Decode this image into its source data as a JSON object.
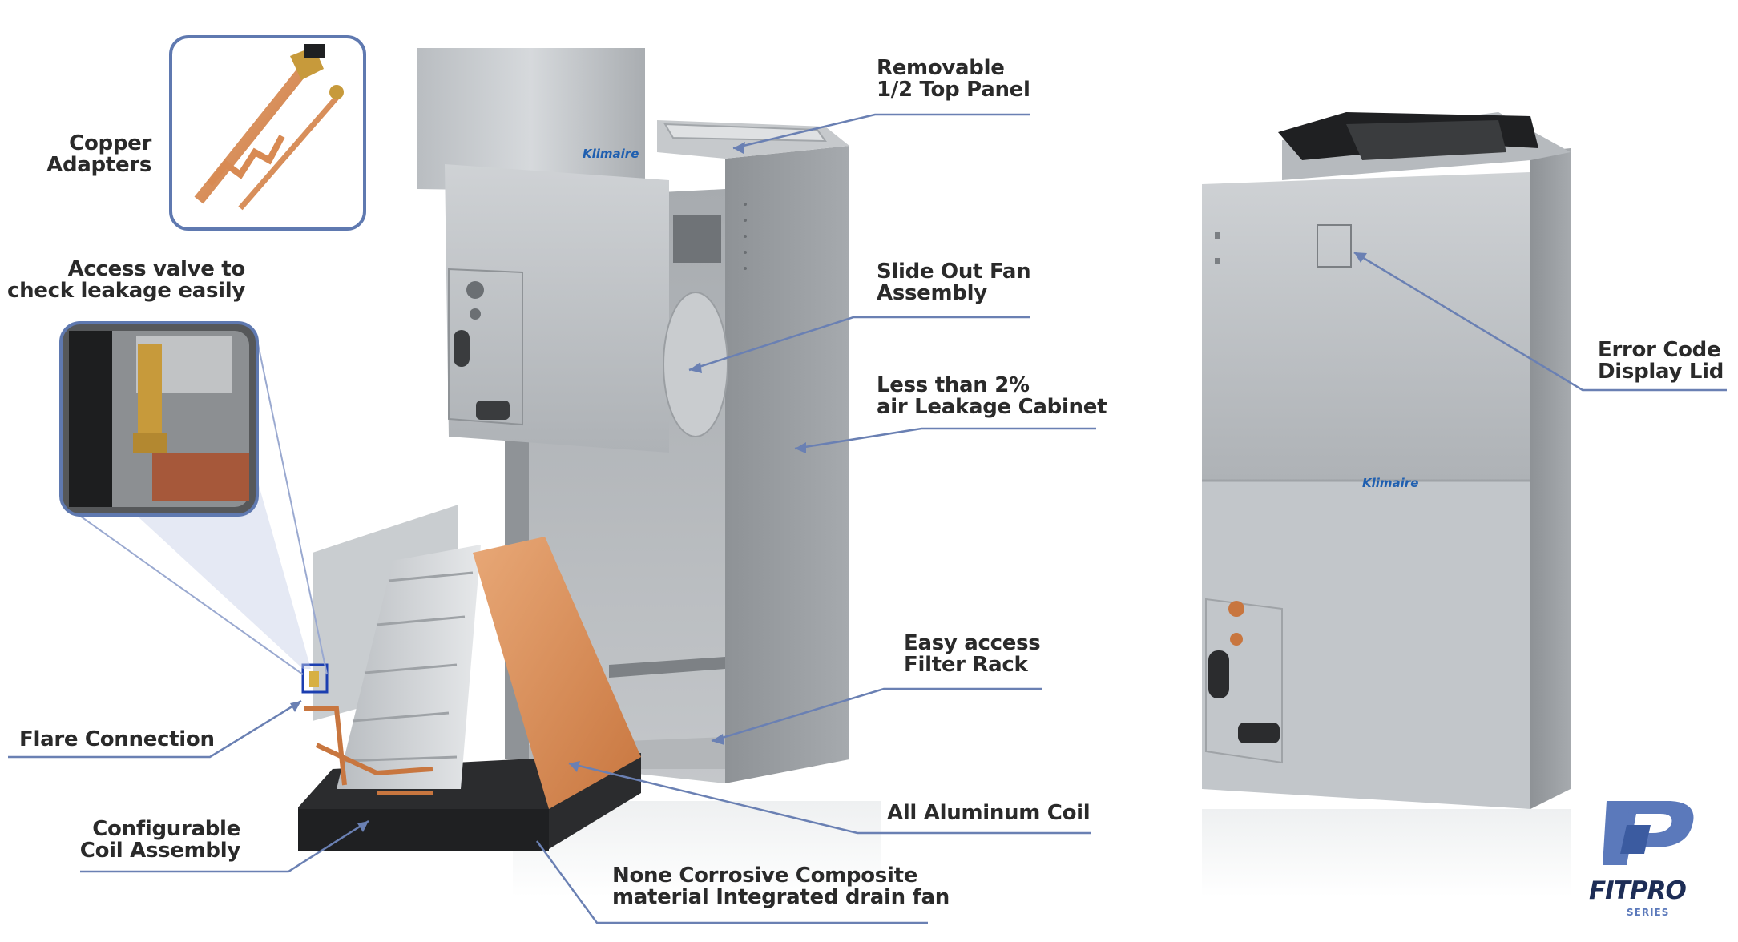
{
  "labels": {
    "copper_adapters": "Copper\nAdapters",
    "access_valve": "Access valve to\ncheck leakage easily",
    "flare_connection": "Flare Connection",
    "configurable_coil": "Configurable\nCoil Assembly",
    "removable_top_panel": "Removable\n1/2 Top Panel",
    "slide_out_fan": "Slide Out Fan\nAssembly",
    "air_leakage": "Less than 2%\nair Leakage Cabinet",
    "filter_rack": "Easy access\nFilter Rack",
    "aluminum_coil": "All Aluminum Coil",
    "drain_pan": "None Corrosive Composite\nmaterial Integrated drain fan",
    "error_code_lid": "Error Code\nDisplay Lid"
  },
  "brand": {
    "cabinet_logo": "Klimaire",
    "series_logo_main": "FITPRO",
    "series_logo_sub": "SERIES"
  },
  "colors": {
    "callout_line": "#6a80b3",
    "inset_border": "#5f79b0",
    "logo_blue": "#5b79bb",
    "logo_dark": "#1d2d56",
    "copper": "#c8763f"
  },
  "icons": {
    "series_logo": "fitpro-p-logo"
  }
}
